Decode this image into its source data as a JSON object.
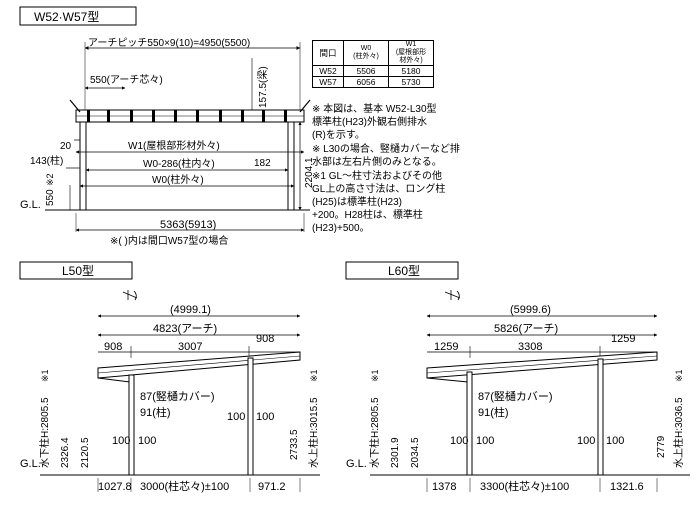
{
  "top_section": {
    "badge": "W52·W57型",
    "pitch_label": "アーチピッチ550×9(10)=4950(5500)",
    "arch_center": "550(アーチ芯々)",
    "height_157": "157.5(梁)",
    "dim_20": "20",
    "w1_label": "W1(屋根部形材外々)",
    "w0_286_label": "W0-286(柱内々)",
    "dim_182": "182",
    "dim_143": "143(柱)",
    "w0_label": "W0(柱外々)",
    "height_2204": "2204.1",
    "dim_550_gl": "550",
    "gl_note_mark": "※2",
    "gl": "G.L.",
    "bottom_total": "5363(5913)",
    "footnote": "※( )内は間口W57型の場合"
  },
  "spec_table": {
    "headers": [
      "間口",
      "W0\n(柱外々)",
      "W1\n(屋根部形\n材外々)"
    ],
    "rows": [
      [
        "W52",
        "5506",
        "5180"
      ],
      [
        "W57",
        "6056",
        "5730"
      ]
    ]
  },
  "notes": [
    "※ 本図は、基本 W52-L30型\n標準柱(H23)外観右側排水\n(R)を示す。",
    "※ L30の場合、竪樋カバーなど排\n水部は左右片側のみとなる。",
    "※1 GL～柱寸法およびその他\nGL上の高さ寸法は、ロング柱\n(H25)は標準柱(H23)\n+200。H28柱は、標準柱\n(H23)+500。"
  ],
  "l50": {
    "badge": "L50型",
    "overall": "(4999.1)",
    "arch": "4823(アーチ)",
    "left_over": "908",
    "mid": "3007",
    "right_over": "908",
    "gutter": "87(竪樋カバー)",
    "post": "91(柱)",
    "pad_l1": "100",
    "pad_l2": "100",
    "pad_r1": "100",
    "pad_r2": "100",
    "h_lower": "水下柱H:2805.5",
    "h_upper": "水上柱H:3015.5",
    "h_lower_mark": "※1",
    "h_upper_mark": "※1",
    "h_2326": "2326.4",
    "h_2120": "2120.5",
    "h_2733": "2733.5",
    "gl": "G.L.",
    "bottom_left": "1027.8",
    "bottom_mid": "3000(柱芯々)±100",
    "bottom_right": "971.2"
  },
  "l60": {
    "badge": "L60型",
    "overall": "(5999.6)",
    "arch": "5826(アーチ)",
    "left_over": "1259",
    "mid": "3308",
    "right_over": "1259",
    "gutter": "87(竪樋カバー)",
    "post": "91(柱)",
    "pad_l1": "100",
    "pad_l2": "100",
    "pad_r1": "100",
    "pad_r2": "100",
    "h_lower": "水下柱H:2805.5",
    "h_upper": "水上柱H:3036.5",
    "h_lower_mark": "※1",
    "h_upper_mark": "※1",
    "h_2301": "2301.9",
    "h_2034": "2034.5",
    "h_2779": "2779",
    "gl": "G.L.",
    "bottom_left": "1378",
    "bottom_mid": "3300(柱芯々)±100",
    "bottom_right": "1321.6"
  }
}
